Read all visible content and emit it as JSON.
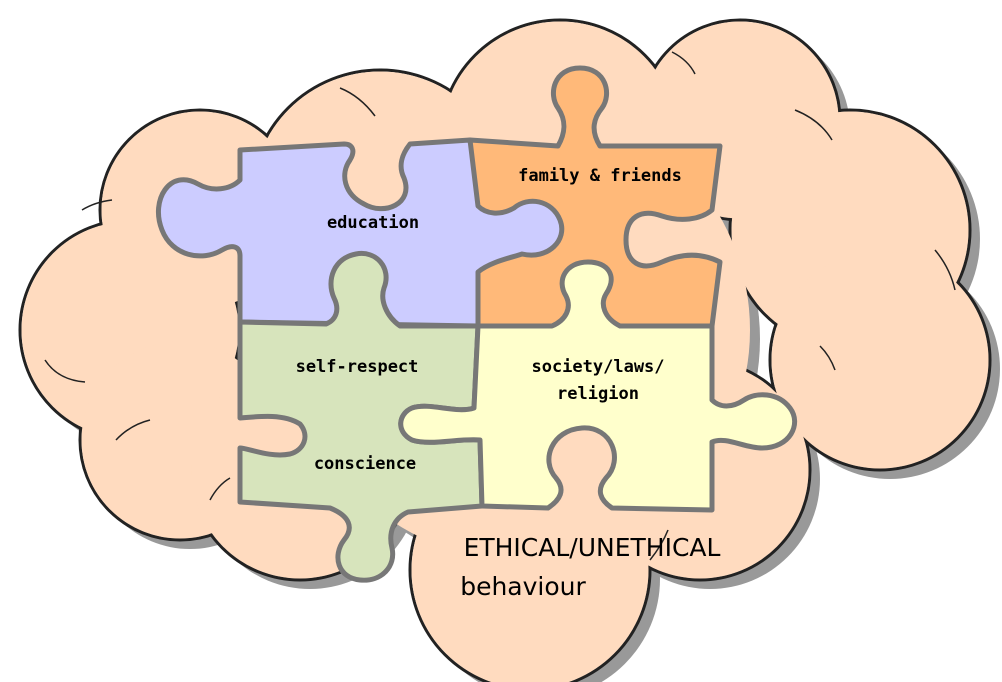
{
  "pieces": {
    "education": {
      "label": "education",
      "color": "#ccccff"
    },
    "family": {
      "label": "family & friends",
      "color": "#ffb979"
    },
    "self_respect": {
      "label": "self-respect",
      "color": "#d7e4bc"
    },
    "conscience": {
      "label": "conscience"
    },
    "society": {
      "line1": "society/laws/",
      "line2": "religion",
      "color": "#ffffcc"
    }
  },
  "cloud": {
    "color": "#ffdbbf",
    "shadow_color": "#999999"
  },
  "caption": {
    "line1": "ETHICAL/UNETHICAL",
    "line2": "behaviour"
  }
}
